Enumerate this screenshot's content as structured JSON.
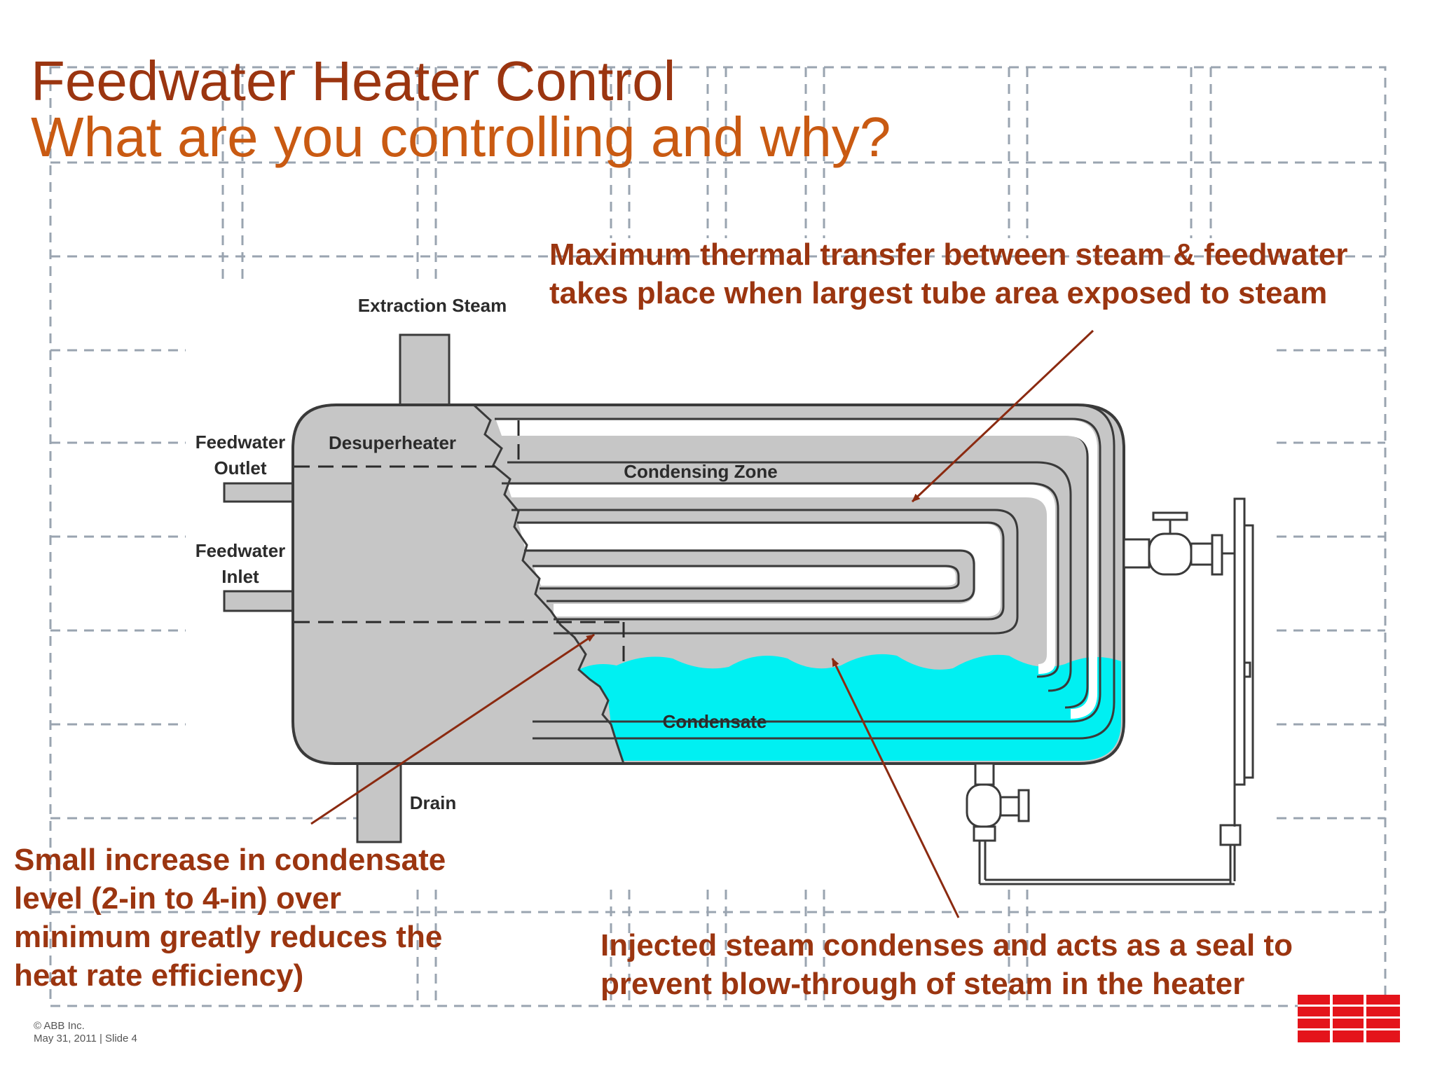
{
  "header": {
    "title": "Feedwater Heater Control",
    "subtitle": "What are you controlling and why?"
  },
  "diagram": {
    "labels": {
      "extraction_steam": "Extraction Steam",
      "feedwater_outlet_line1": "Feedwater",
      "feedwater_outlet_line2": "Outlet",
      "feedwater_inlet_line1": "Feedwater",
      "feedwater_inlet_line2": "Inlet",
      "desuperheater": "Desuperheater",
      "condensing_zone": "Condensing Zone",
      "condensate": "Condensate",
      "drain": "Drain"
    },
    "colors": {
      "shell": "#c6c6c6",
      "condensate": "#00f0f2",
      "outline": "#3a3a3a",
      "arrow": "#8b2a10",
      "title_primary": "#9b3510",
      "title_secondary": "#c95a12",
      "logo": "#e4141b"
    }
  },
  "callouts": {
    "top_line1": "Maximum thermal transfer between steam & feedwater",
    "top_line2": "takes place when largest tube area exposed to steam",
    "left_text": "Small increase in condensate level (2-in to 4-in) over minimum greatly reduces the heat rate efficiency)",
    "bottom_line1": "Injected steam condenses and acts as a seal to",
    "bottom_line2": "prevent blow-through of steam in the heater"
  },
  "footer": {
    "copyright": "© ABB Inc.",
    "dateline": "May 31, 2011 | Slide 4",
    "logo_text": "ABB",
    "logo_icon": "abb-logo-icon"
  }
}
